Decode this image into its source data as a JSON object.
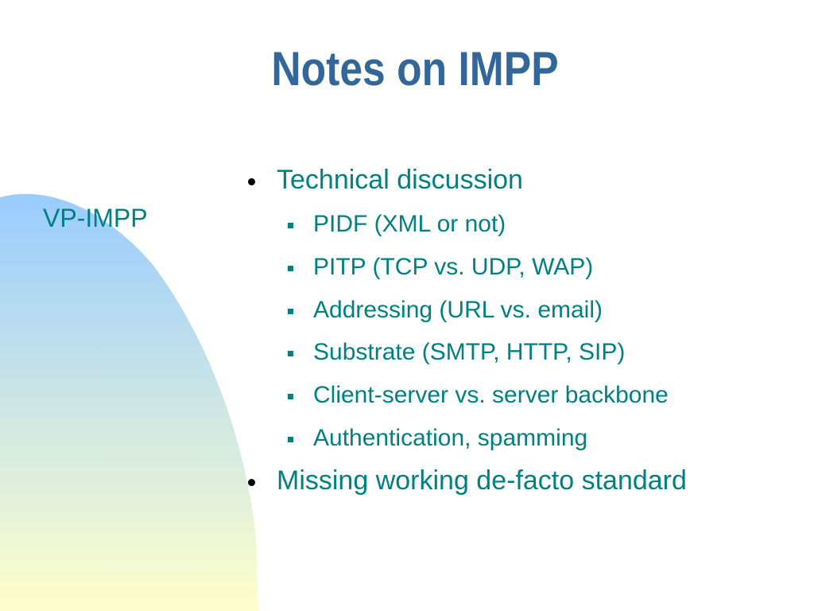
{
  "slide": {
    "title": "Notes on IMPP",
    "side_label": "VP-IMPP",
    "bullets": [
      {
        "text": "Technical discussion",
        "sub": [
          "PIDF (XML or not)",
          "PITP (TCP vs. UDP, WAP)",
          "Addressing (URL vs. email)",
          "Substrate (SMTP, HTTP, SIP)",
          "Client-server vs. server backbone",
          "Authentication, spamming"
        ]
      },
      {
        "text": "Missing working de-facto standard",
        "sub": []
      }
    ]
  },
  "colors": {
    "title": "#336699",
    "body_text": "#008080",
    "background": "#ffffff",
    "gradient_top": "#99ccff",
    "gradient_bottom": "#ffffcc"
  }
}
